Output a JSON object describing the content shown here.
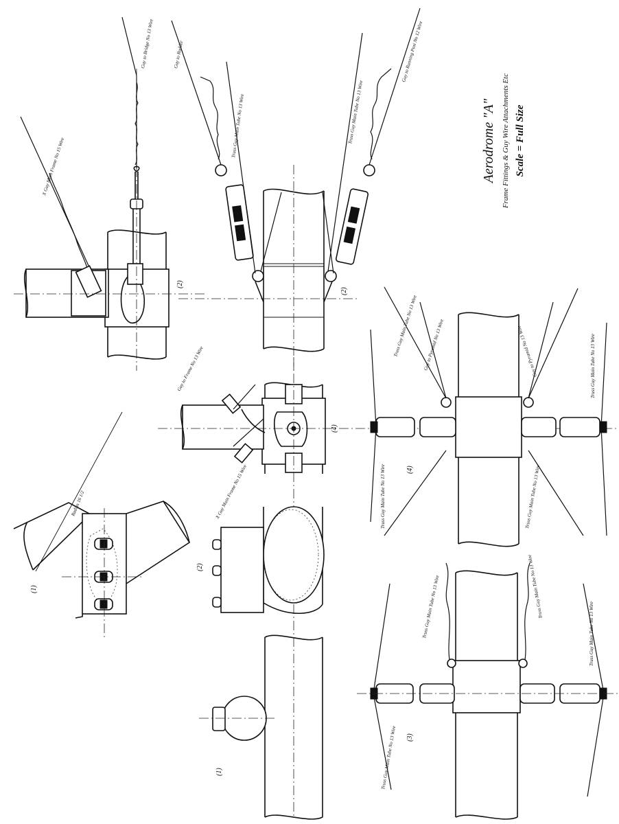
{
  "title_block": {
    "title": "Aerodrome \"A\"",
    "subtitle": "Frame Fittings & Guy Wire Attachments Etc",
    "scale": "Scale = Full Size"
  },
  "figure_numbers": {
    "top_left": "(2)",
    "top_center": "(2)",
    "center": "(4)",
    "mid_left": "(1)",
    "mid_center": "(2)",
    "bottom_center": "(1)",
    "right_upper": "(4)",
    "right_lower": "(3)"
  },
  "wire_labels": {
    "guy_main_frame": "X Guy Main Frame No 15 Wire",
    "guy_bridge": "Guy to Bridge No 13 Wire",
    "guy_rudder": "Guy to Rudder",
    "truss_main_tube": "Truss Guy Main Tube No 13 Wire",
    "truss_guy_main": "Truss Guy Main Tube No 13 Wire",
    "guy_running_post": "Guy to Running Post No 12 Wire",
    "guy_pyramid_a": "Guy to Pyramid No 13 Wire",
    "guy_pyramid_b": "Guy to Pyramid No 13 Wire",
    "truss_right_a": "Truss Guy Main Tube No 13 Wire",
    "truss_right_b": "Truss Guy Main Tube No 13 Wire",
    "truss_right_c": "Truss Guy Main Tube No 13 Wire",
    "truss_right_d": "Truss Guy Main Tube No 13 Wire",
    "truss_right_e": "Truss Guy Main Tube No 13 Wire",
    "truss_right_f": "Truss Guy Main Tube No 13 Wire",
    "truss_right_g": "Truss Guy Main Tube No 13 Wire",
    "truss_right_h": "Truss Guy Main Tube No 13 Wire",
    "center_a": "Guy to Frame No 13 Wire",
    "center_b": "X Guy Main Frame No 15 Wire",
    "radius": "Radius 16 1/2"
  }
}
